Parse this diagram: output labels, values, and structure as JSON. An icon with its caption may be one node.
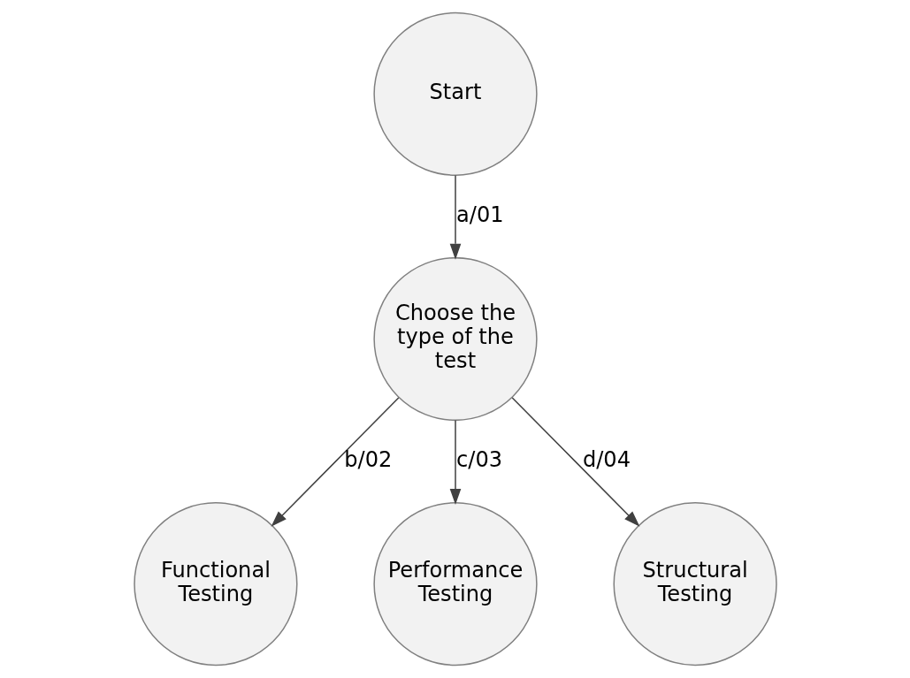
{
  "diagram": {
    "nodes": [
      {
        "text": [
          "Start"
        ]
      },
      {
        "text": [
          "Choose the type of the test"
        ]
      },
      {
        "text": [
          "Functional Testing"
        ]
      },
      {
        "text": [
          "Performance Testing"
        ]
      },
      {
        "text": [
          "Structural Testing"
        ]
      }
    ],
    "edges": [
      {
        "from": 0,
        "to": 1,
        "arrow": "to",
        "label": "a/01"
      },
      {
        "from": 1,
        "to": 2,
        "arrow": "to",
        "label": "b/02"
      },
      {
        "from": 1,
        "to": 3,
        "arrow": "to",
        "label": "c/03"
      },
      {
        "from": 1,
        "to": 4,
        "arrow": "to",
        "label": "d/04"
      }
    ]
  }
}
